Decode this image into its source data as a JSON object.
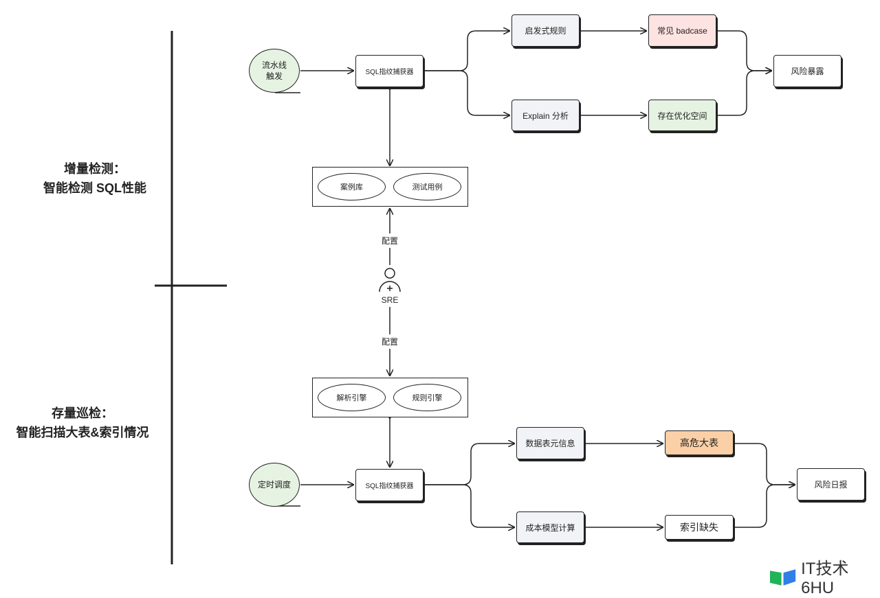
{
  "sections": {
    "top": {
      "line1": "增量检测：",
      "line2": "智能检测 SQL性能"
    },
    "bottom": {
      "line1": "存量巡检：",
      "line2": "智能扫描大表&索引情况"
    }
  },
  "top_flow": {
    "trigger": {
      "line1": "流水线",
      "line2": "触发"
    },
    "capture": "SQL指纹捕获器",
    "heuristic": "启发式规则",
    "badcase": "常见 badcase",
    "explain": "Explain 分析",
    "optimize": "存在优化空间",
    "risk": "风险暴露",
    "group": [
      "案例库",
      "测试用例"
    ]
  },
  "sre": {
    "label": "SRE",
    "config_top": "配置",
    "config_bottom": "配置"
  },
  "bottom_flow": {
    "trigger": "定时调度",
    "capture": "SQL指纹捕获器",
    "group": [
      "解析引擎",
      "规则引擎"
    ],
    "meta": "数据表元信息",
    "bigtable": "高危大表",
    "cost": "成本模型计算",
    "index": "索引缺失",
    "report": "风险日报"
  },
  "watermark": {
    "text": "IT技术6HU"
  },
  "colors": {
    "pink": "#fde3e1",
    "green": "#e6f3e3",
    "orange": "#fbd0a6",
    "gray": "#f2f3f6",
    "logo_green": "#1fb35a",
    "logo_blue": "#2f7fe6"
  }
}
